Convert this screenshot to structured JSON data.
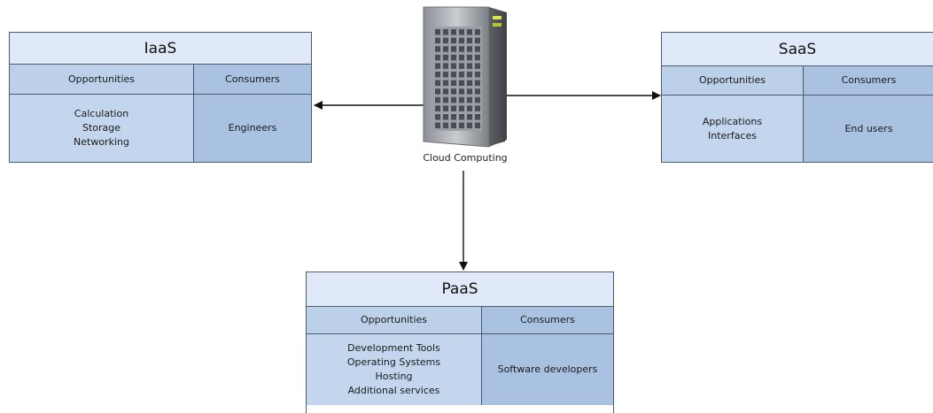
{
  "center": {
    "label": "Cloud Computing",
    "icon": "server-tower-icon"
  },
  "iaas": {
    "title": "IaaS",
    "opportunities_header": "Opportunities",
    "consumers_header": "Consumers",
    "opportunities": "Calculation\nStorage\nNetworking",
    "consumers": "Engineers"
  },
  "saas": {
    "title": "SaaS",
    "opportunities_header": "Opportunities",
    "consumers_header": "Consumers",
    "opportunities": "Applications\nInterfaces",
    "consumers": "End users"
  },
  "paas": {
    "title": "PaaS",
    "opportunities_header": "Opportunities",
    "consumers_header": "Consumers",
    "opportunities": "Development Tools\nOperating Systems\nHosting\nAdditional services",
    "consumers": "Software developers"
  },
  "colors": {
    "title_fill": "#dfe9f7",
    "opportunities_fill": "#c4d6ee",
    "consumers_fill": "#a9c2e2",
    "border": "#4d5b6a"
  }
}
